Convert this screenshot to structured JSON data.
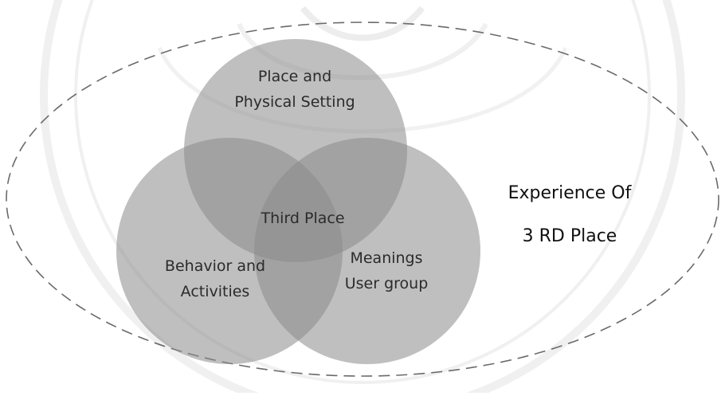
{
  "diagram": {
    "colors": {
      "circle_fill": "#8a8a8a",
      "circle_opacity": 0.55,
      "ellipse_stroke": "#6a6a6a",
      "background": "#ffffff",
      "watermark": "#d9d9d9"
    },
    "circles": {
      "top": {
        "line1": "Place and",
        "line2": "Physical Setting"
      },
      "left": {
        "line1": "Behavior and",
        "line2": "Activities"
      },
      "right": {
        "line1": "Meanings",
        "line2": "User group"
      }
    },
    "center_label": "Third Place",
    "outer_label": {
      "line1": "Experience Of",
      "line2": "3 RD Place"
    }
  }
}
